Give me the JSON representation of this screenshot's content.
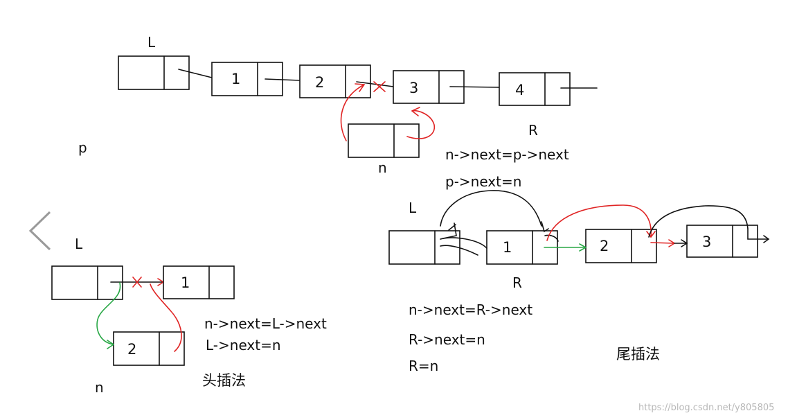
{
  "top_section": {
    "label_L": "L",
    "label_p": "p",
    "label_R": "R",
    "label_n": "n",
    "node_values": [
      "1",
      "2",
      "3",
      "4"
    ],
    "code_line_1": "n->next=p->next",
    "code_line_2": "p->next=n"
  },
  "head_insert": {
    "label_L": "L",
    "label_n": "n",
    "node_1": "1",
    "node_2": "2",
    "code_line_1": "n->next=L->next",
    "code_line_2": "L->next=n",
    "caption": "头插法"
  },
  "tail_insert": {
    "label_L": "L",
    "label_R": "R",
    "node_values": [
      "1",
      "2",
      "3"
    ],
    "code_line_1": "n->next=R->next",
    "code_line_2": "R->next=n",
    "code_line_3": "R=n",
    "caption": "尾插法"
  },
  "watermark": "https://blog.csdn.net/y805805",
  "colors": {
    "ink": "#111111",
    "red_stroke": "#e02424",
    "green_stroke": "#28a745",
    "nav_arrow": "#9a9a9a",
    "watermark": "#b8b8b8"
  },
  "icons": {
    "prev_arrow": "chevron-left-icon"
  }
}
